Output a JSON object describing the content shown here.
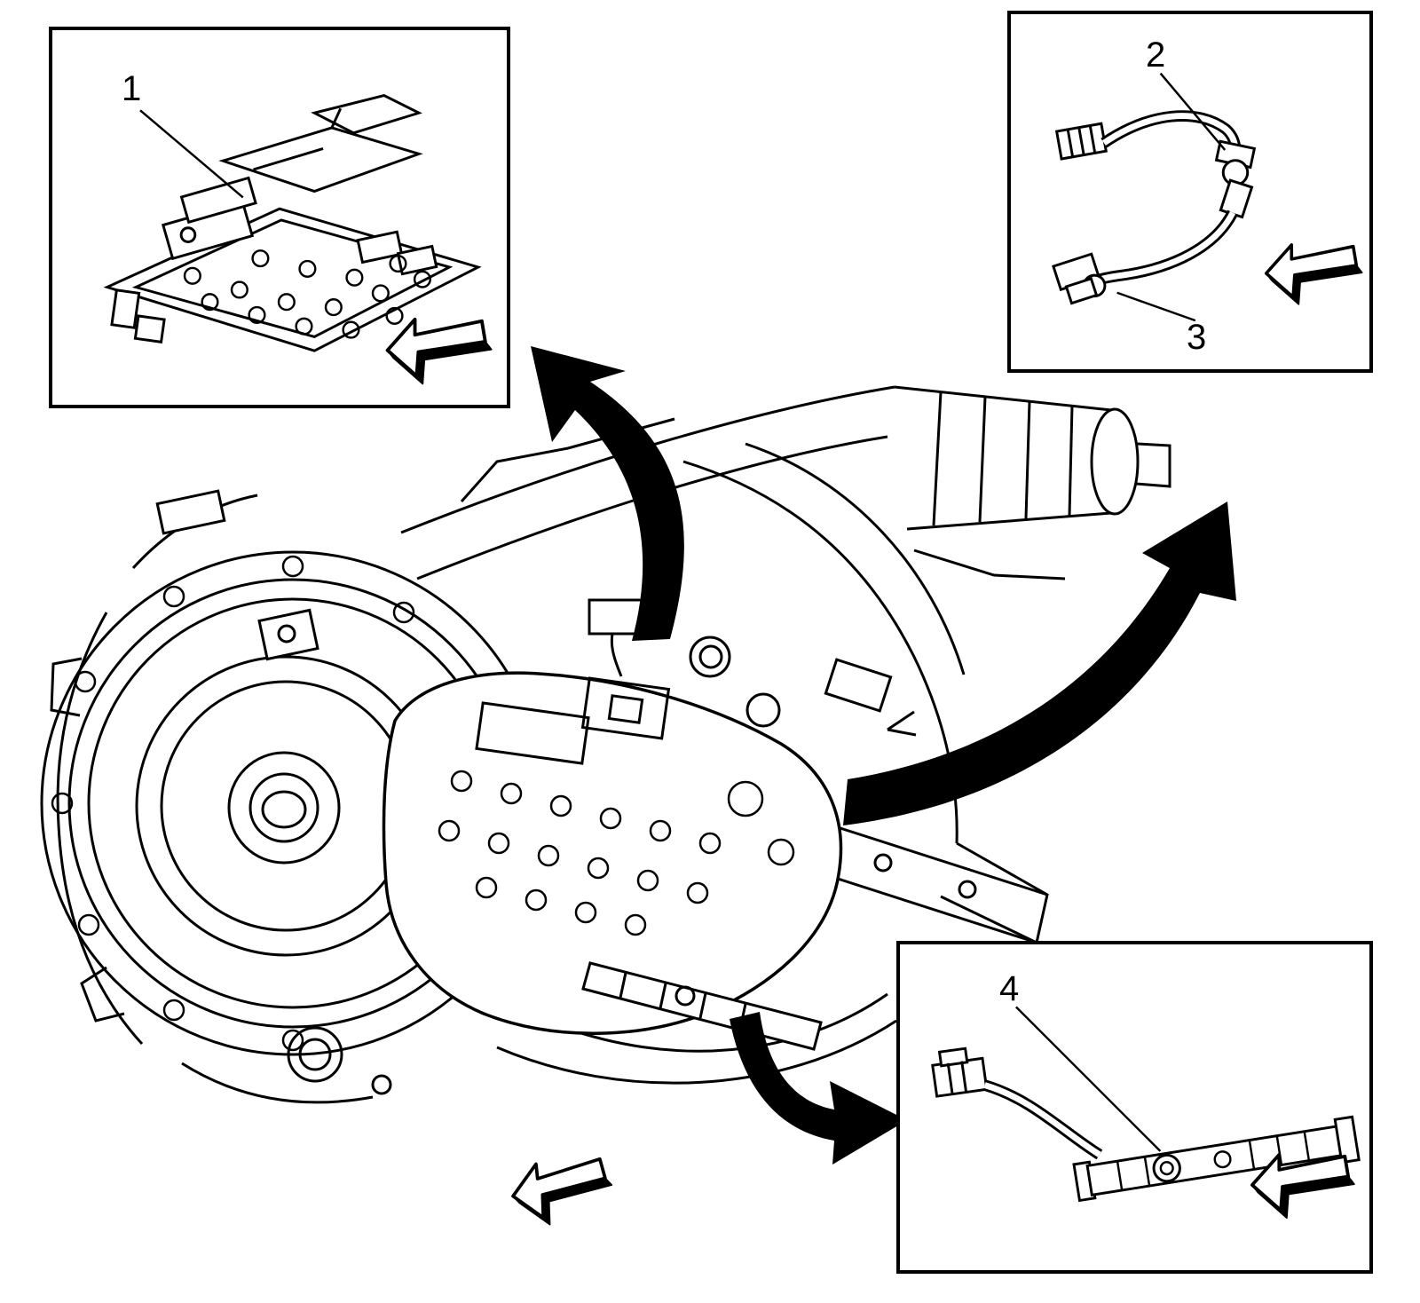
{
  "page": {
    "background_color": "#ffffff",
    "line_color": "#000000"
  },
  "diagram": {
    "kind": "service-manual-parts-diagram",
    "subject": "automatic-transmission-internal-electrical-components",
    "callouts": [
      {
        "label": "1",
        "part": "control-solenoid-valve-body-assembly"
      },
      {
        "label": "2",
        "part": "harness-upper-speed-sensor"
      },
      {
        "label": "3",
        "part": "harness-lower-speed-sensor"
      },
      {
        "label": "4",
        "part": "internal-wiring-harness-strip"
      }
    ],
    "insets": [
      {
        "name": "inset-top-left",
        "callout_labels": [
          "1"
        ]
      },
      {
        "name": "inset-top-right",
        "callout_labels": [
          "2",
          "3"
        ]
      },
      {
        "name": "inset-bottom-right",
        "callout_labels": [
          "4"
        ]
      }
    ],
    "icons": {
      "direction_arrow": "flat-outlined-arrow-pointing-lower-left",
      "motion_arrow": "solid-black-curved-arrow"
    }
  }
}
